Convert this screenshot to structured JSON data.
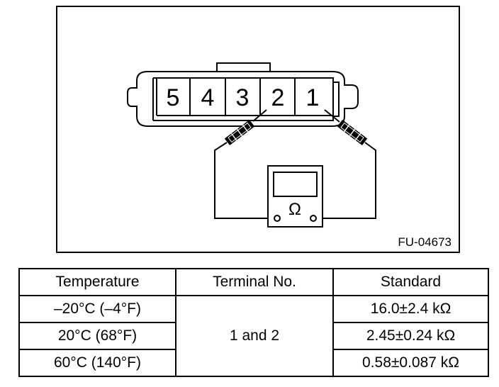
{
  "diagram": {
    "figure_code": "FU-04673",
    "connector_terminals": [
      "5",
      "4",
      "3",
      "2",
      "1"
    ],
    "meter_symbol": "Ω"
  },
  "table": {
    "headers": [
      "Temperature",
      "Terminal No.",
      "Standard"
    ],
    "terminal": "1 and 2",
    "rows": [
      {
        "temperature": "–20°C (–4°F)",
        "standard": "16.0±2.4 kΩ"
      },
      {
        "temperature": "20°C (68°F)",
        "standard": "2.45±0.24 kΩ"
      },
      {
        "temperature": "60°C (140°F)",
        "standard": "0.58±0.087 kΩ"
      }
    ]
  }
}
